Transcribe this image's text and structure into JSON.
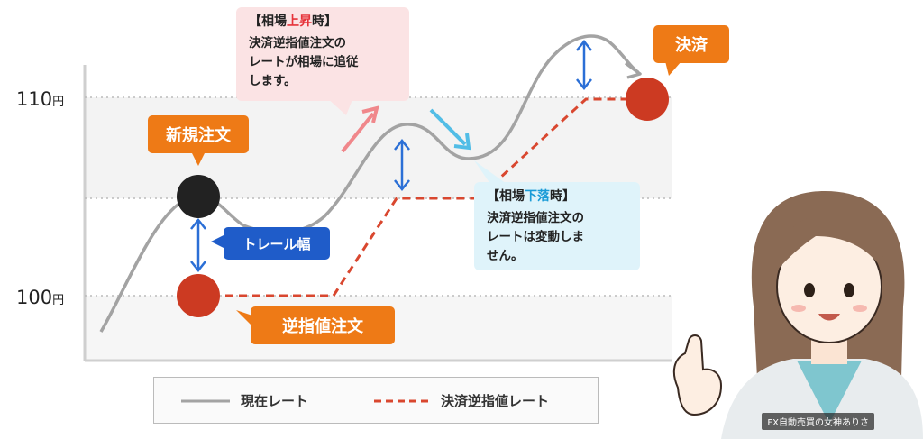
{
  "chart_data": {
    "type": "line",
    "y_ticks": [
      {
        "label": "110",
        "unit": "円"
      },
      {
        "label": "100",
        "unit": "円"
      }
    ],
    "legend": [
      {
        "label": "現在レート",
        "color": "#a3a3a3",
        "style": "solid"
      },
      {
        "label": "決済逆指値レート",
        "color": "#d9472f",
        "style": "dashed"
      }
    ]
  },
  "callouts": {
    "rise": {
      "bracket_open": "【",
      "prefix": "相場",
      "highlight": "上昇",
      "suffix": "時",
      "bracket_close": "】",
      "line1": "決済逆指値注文の",
      "line2": "レートが相場に追従",
      "line3": "します。"
    },
    "fall": {
      "bracket_open": "【",
      "prefix": "相場",
      "highlight": "下落",
      "suffix": "時",
      "bracket_close": "】",
      "line1": "決済逆指値注文の",
      "line2": "レートは変動しま",
      "line3": "せん。"
    }
  },
  "labels": {
    "new_order": "新規注文",
    "stop_order": "逆指値注文",
    "settlement": "決済",
    "trail_width": "トレール幅"
  },
  "watermark": "FX自動売買の女神ありさ",
  "colors": {
    "orange": "#ee7a16",
    "blue_badge": "#1f5cc9",
    "dark_dot": "#222222",
    "red_dot": "#cc3a22",
    "rise_accent": "#e6333a",
    "fall_accent": "#1a9bd7",
    "arrow_blue": "#2b6fd6"
  }
}
